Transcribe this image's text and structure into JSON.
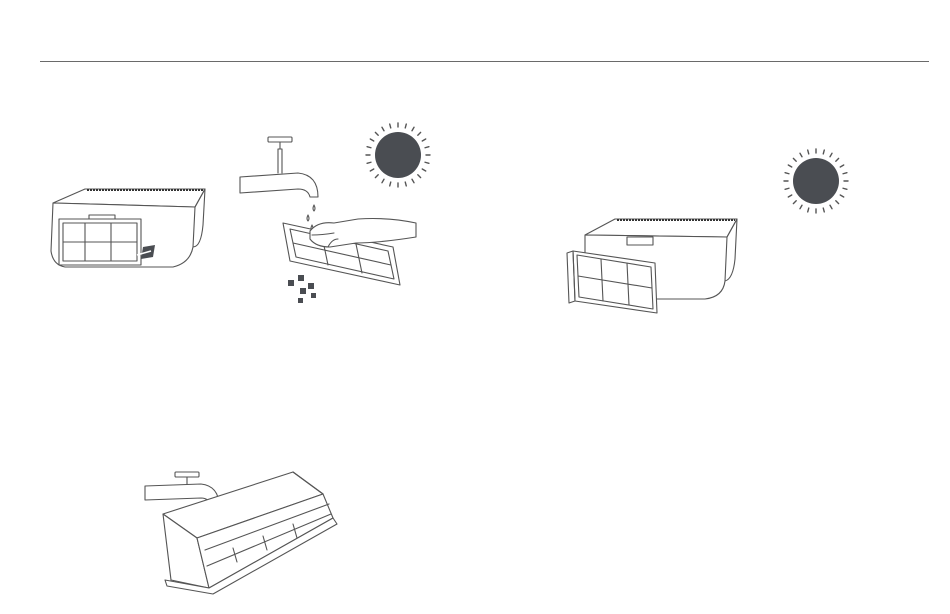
{
  "document": {
    "type": "illustration-sheet",
    "rule_color": "#6a6a6a",
    "accent_dark": "#4a4d52",
    "illustrations": [
      {
        "id": "dustbin-filter-removal",
        "icon": "dustbin-with-filter-icon"
      },
      {
        "id": "rinse-filter-under-tap",
        "icon": "tap-water-filter-icon"
      },
      {
        "id": "sun-dry-1",
        "icon": "sun-icon"
      },
      {
        "id": "filter-reinsert",
        "icon": "dustbin-with-filter-icon"
      },
      {
        "id": "sun-dry-2",
        "icon": "sun-icon"
      },
      {
        "id": "rinse-open-dustbin",
        "icon": "tap-water-dustbin-icon"
      }
    ]
  }
}
